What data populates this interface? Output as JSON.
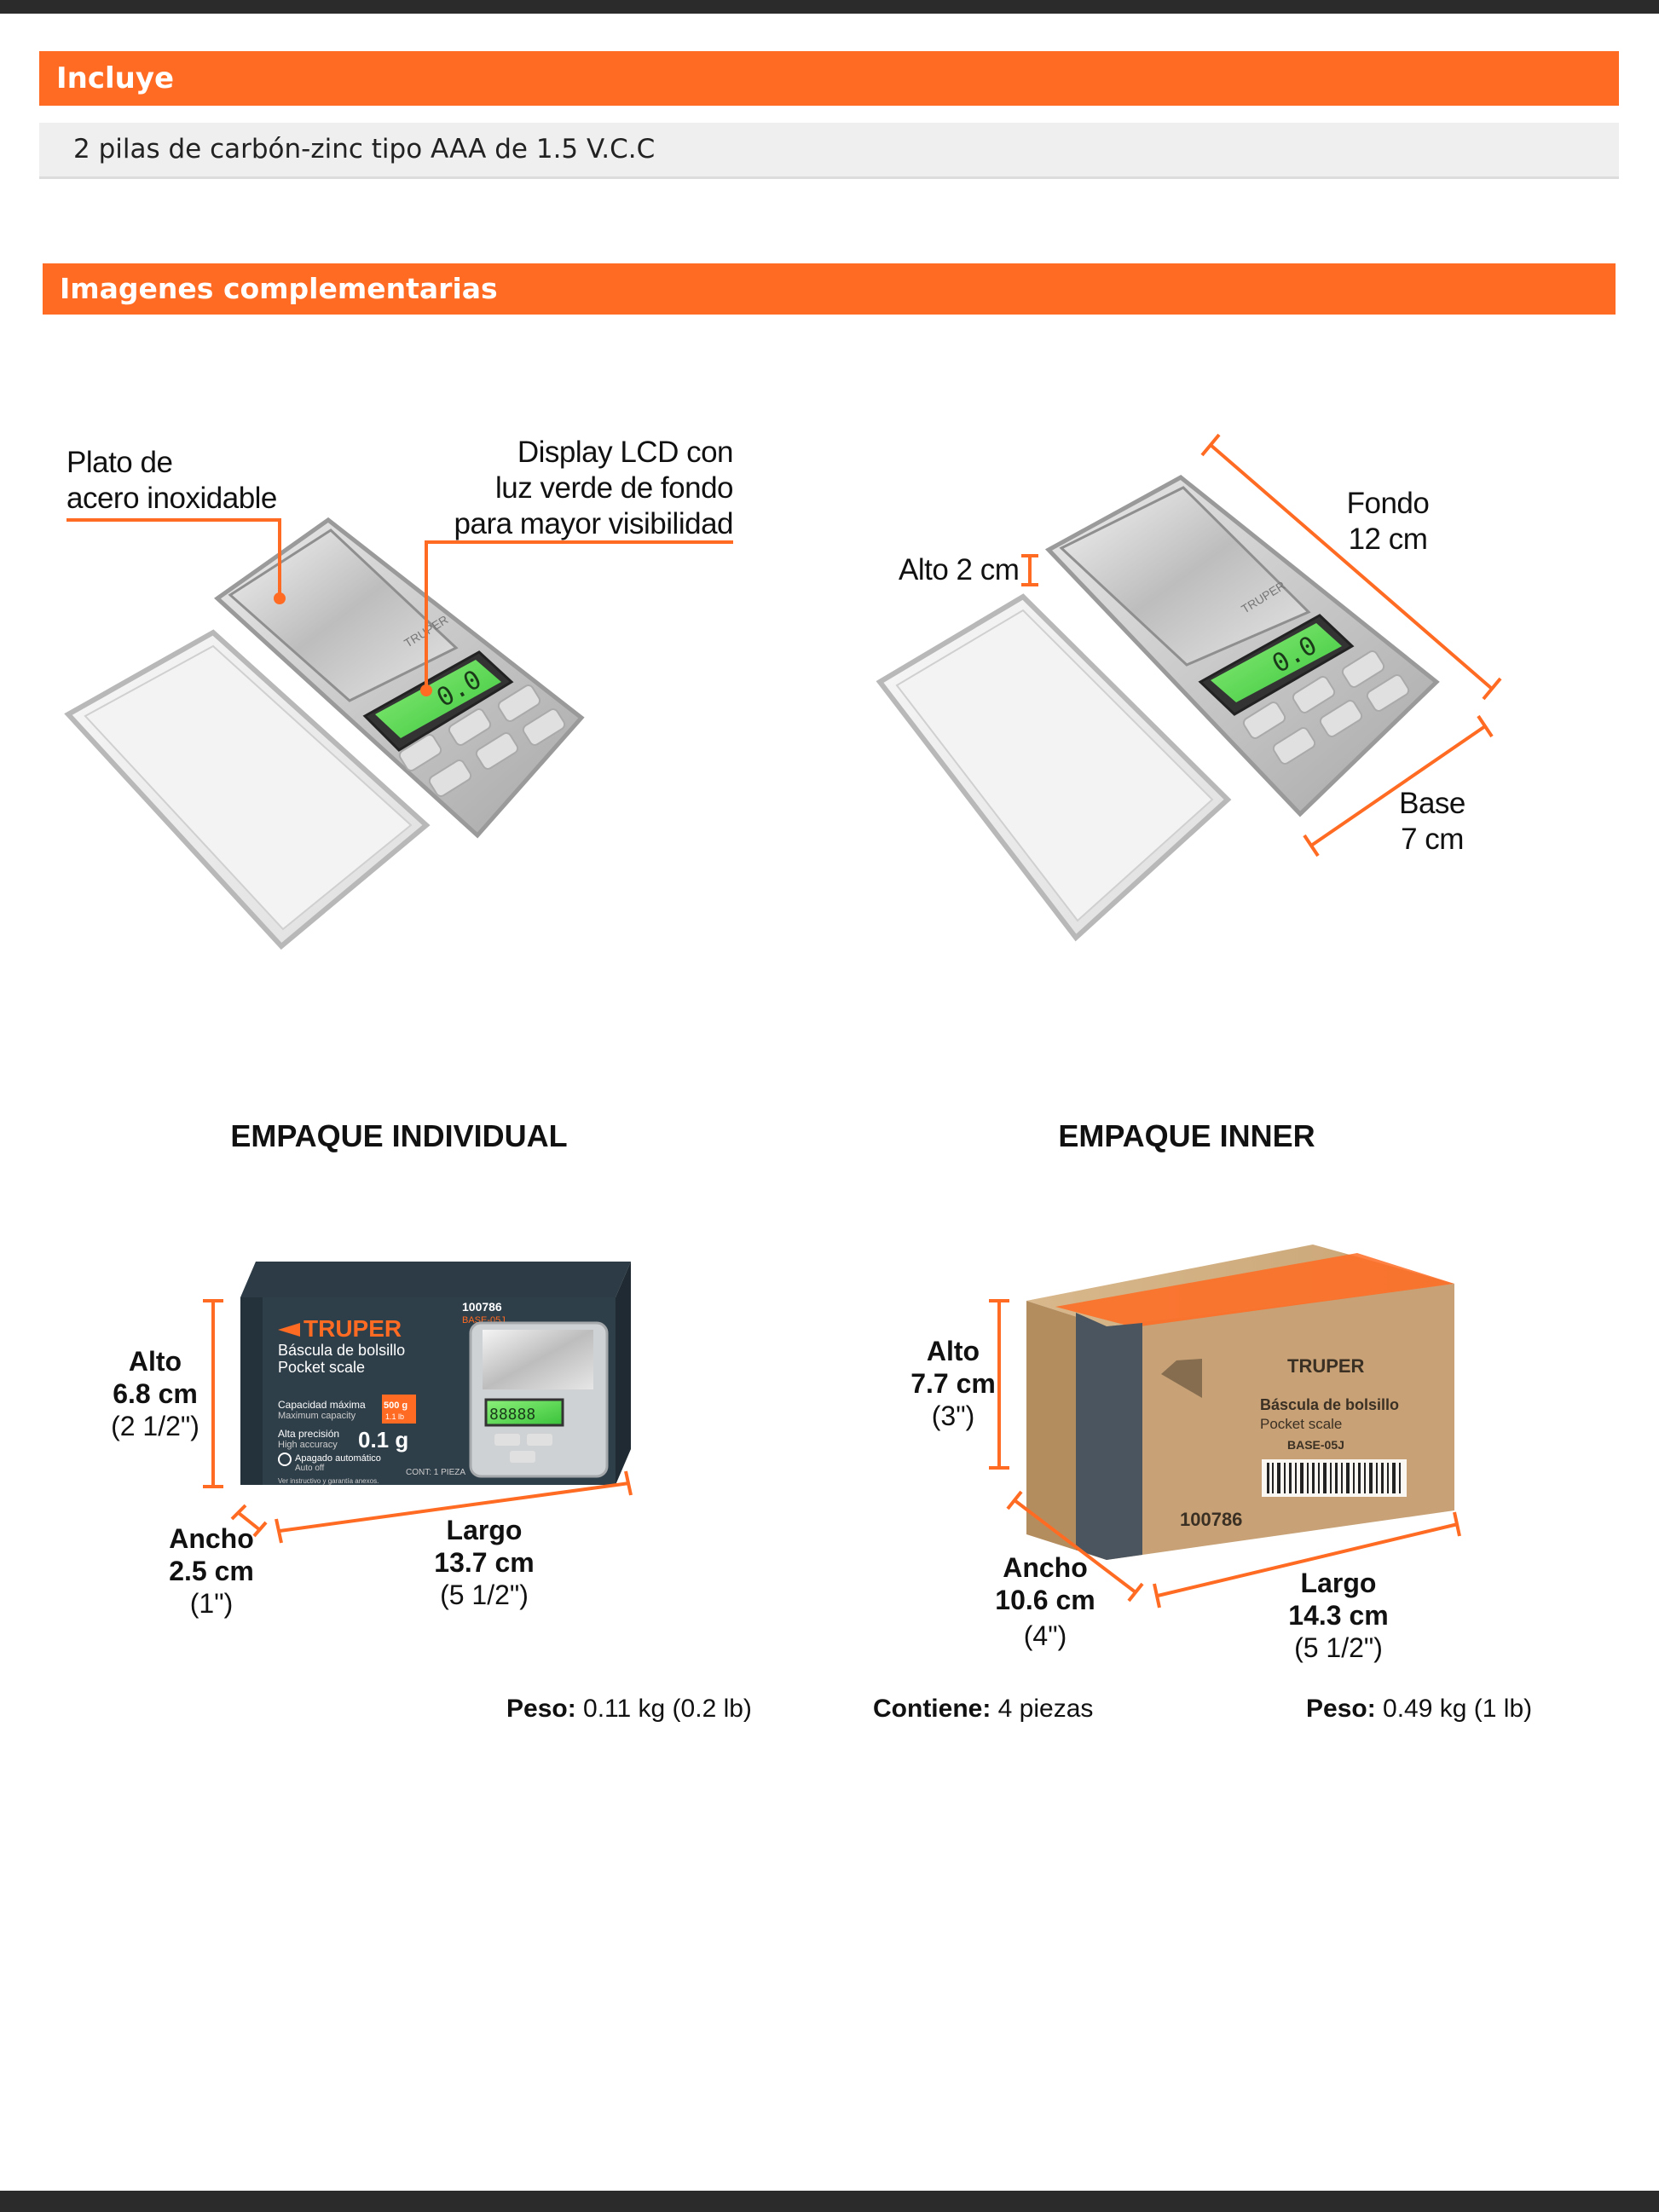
{
  "incluye": {
    "header": "Incluye",
    "item": "2 pilas de carbón-zinc tipo AAA de 1.5 V.C.C"
  },
  "imagenes": {
    "header": "Imagenes complementarias"
  },
  "scale_features": {
    "plate_line1": "Plato de",
    "plate_line2": "acero inoxidable",
    "lcd_line1": "Display LCD con",
    "lcd_line2": "luz verde de fondo",
    "lcd_line3": "para mayor visibilidad",
    "lcd_digits": "0.0",
    "brand_small": "TRUPER"
  },
  "scale_dimensions": {
    "alto": "Alto 2 cm",
    "fondo_line1": "Fondo",
    "fondo_line2": "12 cm",
    "base_line1": "Base",
    "base_line2": "7 cm"
  },
  "empaque_individual": {
    "title": "EMPAQUE INDIVIDUAL",
    "alto_label": "Alto",
    "alto_cm": "6.8 cm",
    "alto_in": "(2 1/2\")",
    "ancho_label": "Ancho",
    "ancho_cm": "2.5 cm",
    "ancho_in": "(1\")",
    "largo_label": "Largo",
    "largo_cm": "13.7 cm",
    "largo_in": "(5 1/2\")",
    "peso_label": "Peso:",
    "peso_value": " 0.11 kg (0.2 lb)",
    "box": {
      "brand": "TRUPER",
      "code": "100786",
      "model": "BASE-05J",
      "name_es": "Báscula de bolsillo",
      "name_en": "Pocket scale",
      "capacity_es": "Capacidad máxima",
      "capacity_en": "Maximum capacity",
      "capacity_g": "500 g",
      "capacity_lb": "1.1 lb",
      "precision_es": "Alta precisión",
      "precision_en": "High accuracy",
      "precision_value": "0.1 g",
      "auto_es": "Apagado automático",
      "auto_en": "Auto off",
      "note": "Ver instructivo y garantía anexos.",
      "content": "CONT: 1 PIEZA",
      "display": "88888"
    }
  },
  "empaque_inner": {
    "title": "EMPAQUE INNER",
    "alto_label": "Alto",
    "alto_cm": "7.7 cm",
    "alto_in": "(3\")",
    "ancho_label": "Ancho",
    "ancho_cm": "10.6 cm",
    "ancho_in": "(4\")",
    "largo_label": "Largo",
    "largo_cm": "14.3 cm",
    "largo_in": "(5 1/2\")",
    "contiene_label": "Contiene:",
    "contiene_value": " 4 piezas",
    "peso_label": "Peso:",
    "peso_value": " 0.49 kg (1 lb)",
    "box": {
      "brand": "TRUPER",
      "name_es": "Báscula de bolsillo",
      "name_en": "Pocket scale",
      "model": "BASE-05J",
      "code": "100786"
    }
  },
  "colors": {
    "accent": "#ff6b22",
    "dark_bar": "#2b2b2b",
    "lcd_green": "#5de05a",
    "kraft": "#c8a276"
  }
}
